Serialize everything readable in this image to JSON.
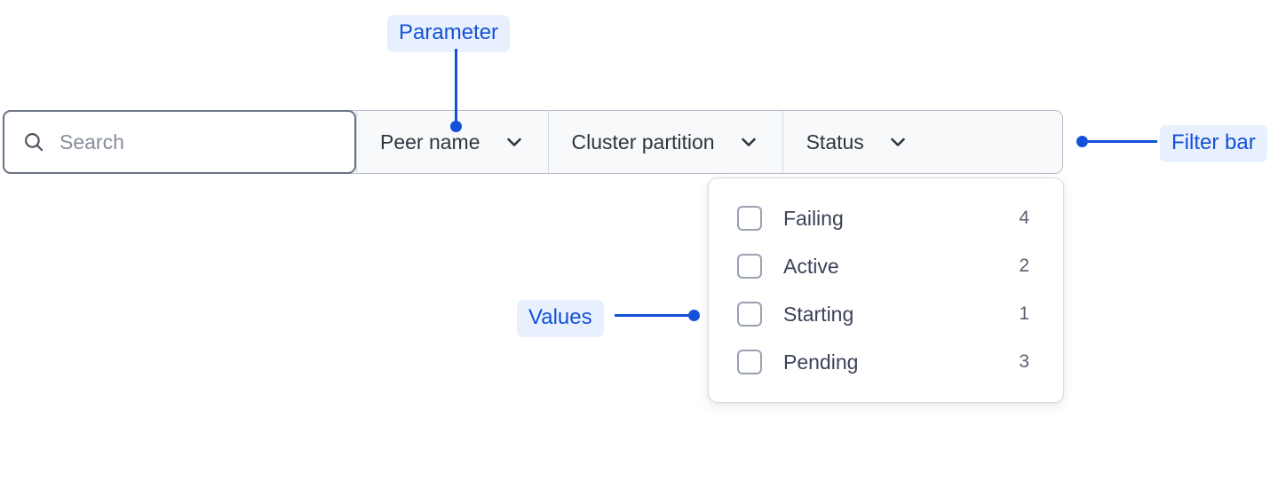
{
  "filter_bar": {
    "search": {
      "icon": "search-icon",
      "placeholder": "Search",
      "value": ""
    },
    "filters": [
      {
        "label": "Peer name",
        "icon": "chevron-down-icon"
      },
      {
        "label": "Cluster partition",
        "icon": "chevron-down-icon"
      },
      {
        "label": "Status",
        "icon": "chevron-down-icon"
      }
    ]
  },
  "status_dropdown": {
    "options": [
      {
        "label": "Failing",
        "count": "4",
        "checked": false
      },
      {
        "label": "Active",
        "count": "2",
        "checked": false
      },
      {
        "label": "Starting",
        "count": "1",
        "checked": false
      },
      {
        "label": "Pending",
        "count": "3",
        "checked": false
      }
    ]
  },
  "annotations": [
    {
      "label": "Parameter"
    },
    {
      "label": "Filter bar"
    },
    {
      "label": "Values"
    }
  ],
  "colors": {
    "accent": "#1351d8",
    "annotation_pill_bg": "#e8f0fe",
    "filter_bar_bg": "#f8f9fa",
    "filter_bar_border": "#b7bcc8",
    "search_border": "#6b7385",
    "text_primary": "#3c4257",
    "placeholder": "#878d9c"
  }
}
